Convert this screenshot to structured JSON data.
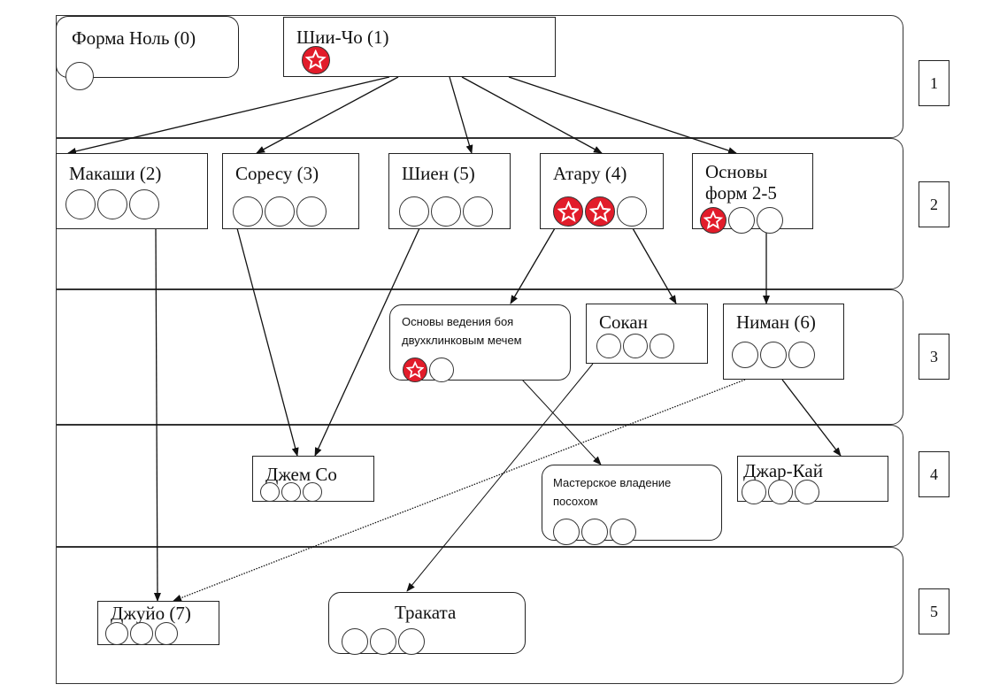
{
  "tiers": [
    "1",
    "2",
    "3",
    "4",
    "5"
  ],
  "nodes": {
    "form_zero": {
      "label": "Форма Ноль (0)",
      "circles": [
        "empty"
      ]
    },
    "shii_cho": {
      "label": "Шии-Чо (1)",
      "circles": [
        "star"
      ]
    },
    "makashi": {
      "label": "Макаши (2)",
      "circles": [
        "empty",
        "empty",
        "empty"
      ]
    },
    "soresu": {
      "label": "Соресу (3)",
      "circles": [
        "empty",
        "empty",
        "empty"
      ]
    },
    "shien": {
      "label": "Шиен (5)",
      "circles": [
        "empty",
        "empty",
        "empty"
      ]
    },
    "ataru": {
      "label": "Атару (4)",
      "circles": [
        "star",
        "star",
        "empty"
      ]
    },
    "basics_2_5": {
      "label": "Основы форм 2-5",
      "circles": [
        "star",
        "empty",
        "empty"
      ]
    },
    "dual_blade": {
      "label": "Основы ведения боя двухклинковым мечем",
      "circles": [
        "star",
        "empty"
      ]
    },
    "sokan": {
      "label": "Сокан",
      "circles": [
        "empty",
        "empty",
        "empty"
      ]
    },
    "niman": {
      "label": "Ниман (6)",
      "circles": [
        "empty",
        "empty",
        "empty"
      ]
    },
    "jem_so": {
      "label": "Джем Со",
      "circles": [
        "empty",
        "empty",
        "empty"
      ]
    },
    "staff_mastery": {
      "label": "Мастерское владение посохом",
      "circles": [
        "empty",
        "empty",
        "empty"
      ]
    },
    "jar_kai": {
      "label": "Джар-Кай",
      "circles": [
        "empty",
        "empty",
        "empty"
      ]
    },
    "juyo": {
      "label": "Джуйо (7)",
      "circles": [
        "empty",
        "empty",
        "empty"
      ]
    },
    "trakata": {
      "label": "Траката",
      "circles": [
        "empty",
        "empty",
        "empty"
      ]
    }
  },
  "connections": [
    {
      "from": "shii_cho",
      "to": "makashi"
    },
    {
      "from": "shii_cho",
      "to": "soresu"
    },
    {
      "from": "shii_cho",
      "to": "shien"
    },
    {
      "from": "shii_cho",
      "to": "ataru"
    },
    {
      "from": "shii_cho",
      "to": "basics_2_5"
    },
    {
      "from": "ataru",
      "to": "dual_blade"
    },
    {
      "from": "ataru",
      "to": "sokan"
    },
    {
      "from": "basics_2_5",
      "to": "niman"
    },
    {
      "from": "soresu",
      "to": "jem_so"
    },
    {
      "from": "shien",
      "to": "jem_so"
    },
    {
      "from": "makashi",
      "to": "juyo"
    },
    {
      "from": "niman",
      "to": "juyo"
    },
    {
      "from": "niman",
      "to": "jar_kai"
    },
    {
      "from": "dual_blade",
      "to": "staff_mastery"
    },
    {
      "from": "sokan",
      "to": "trakata"
    }
  ],
  "colors": {
    "star_fill": "#e21c2a",
    "line": "#111111"
  }
}
